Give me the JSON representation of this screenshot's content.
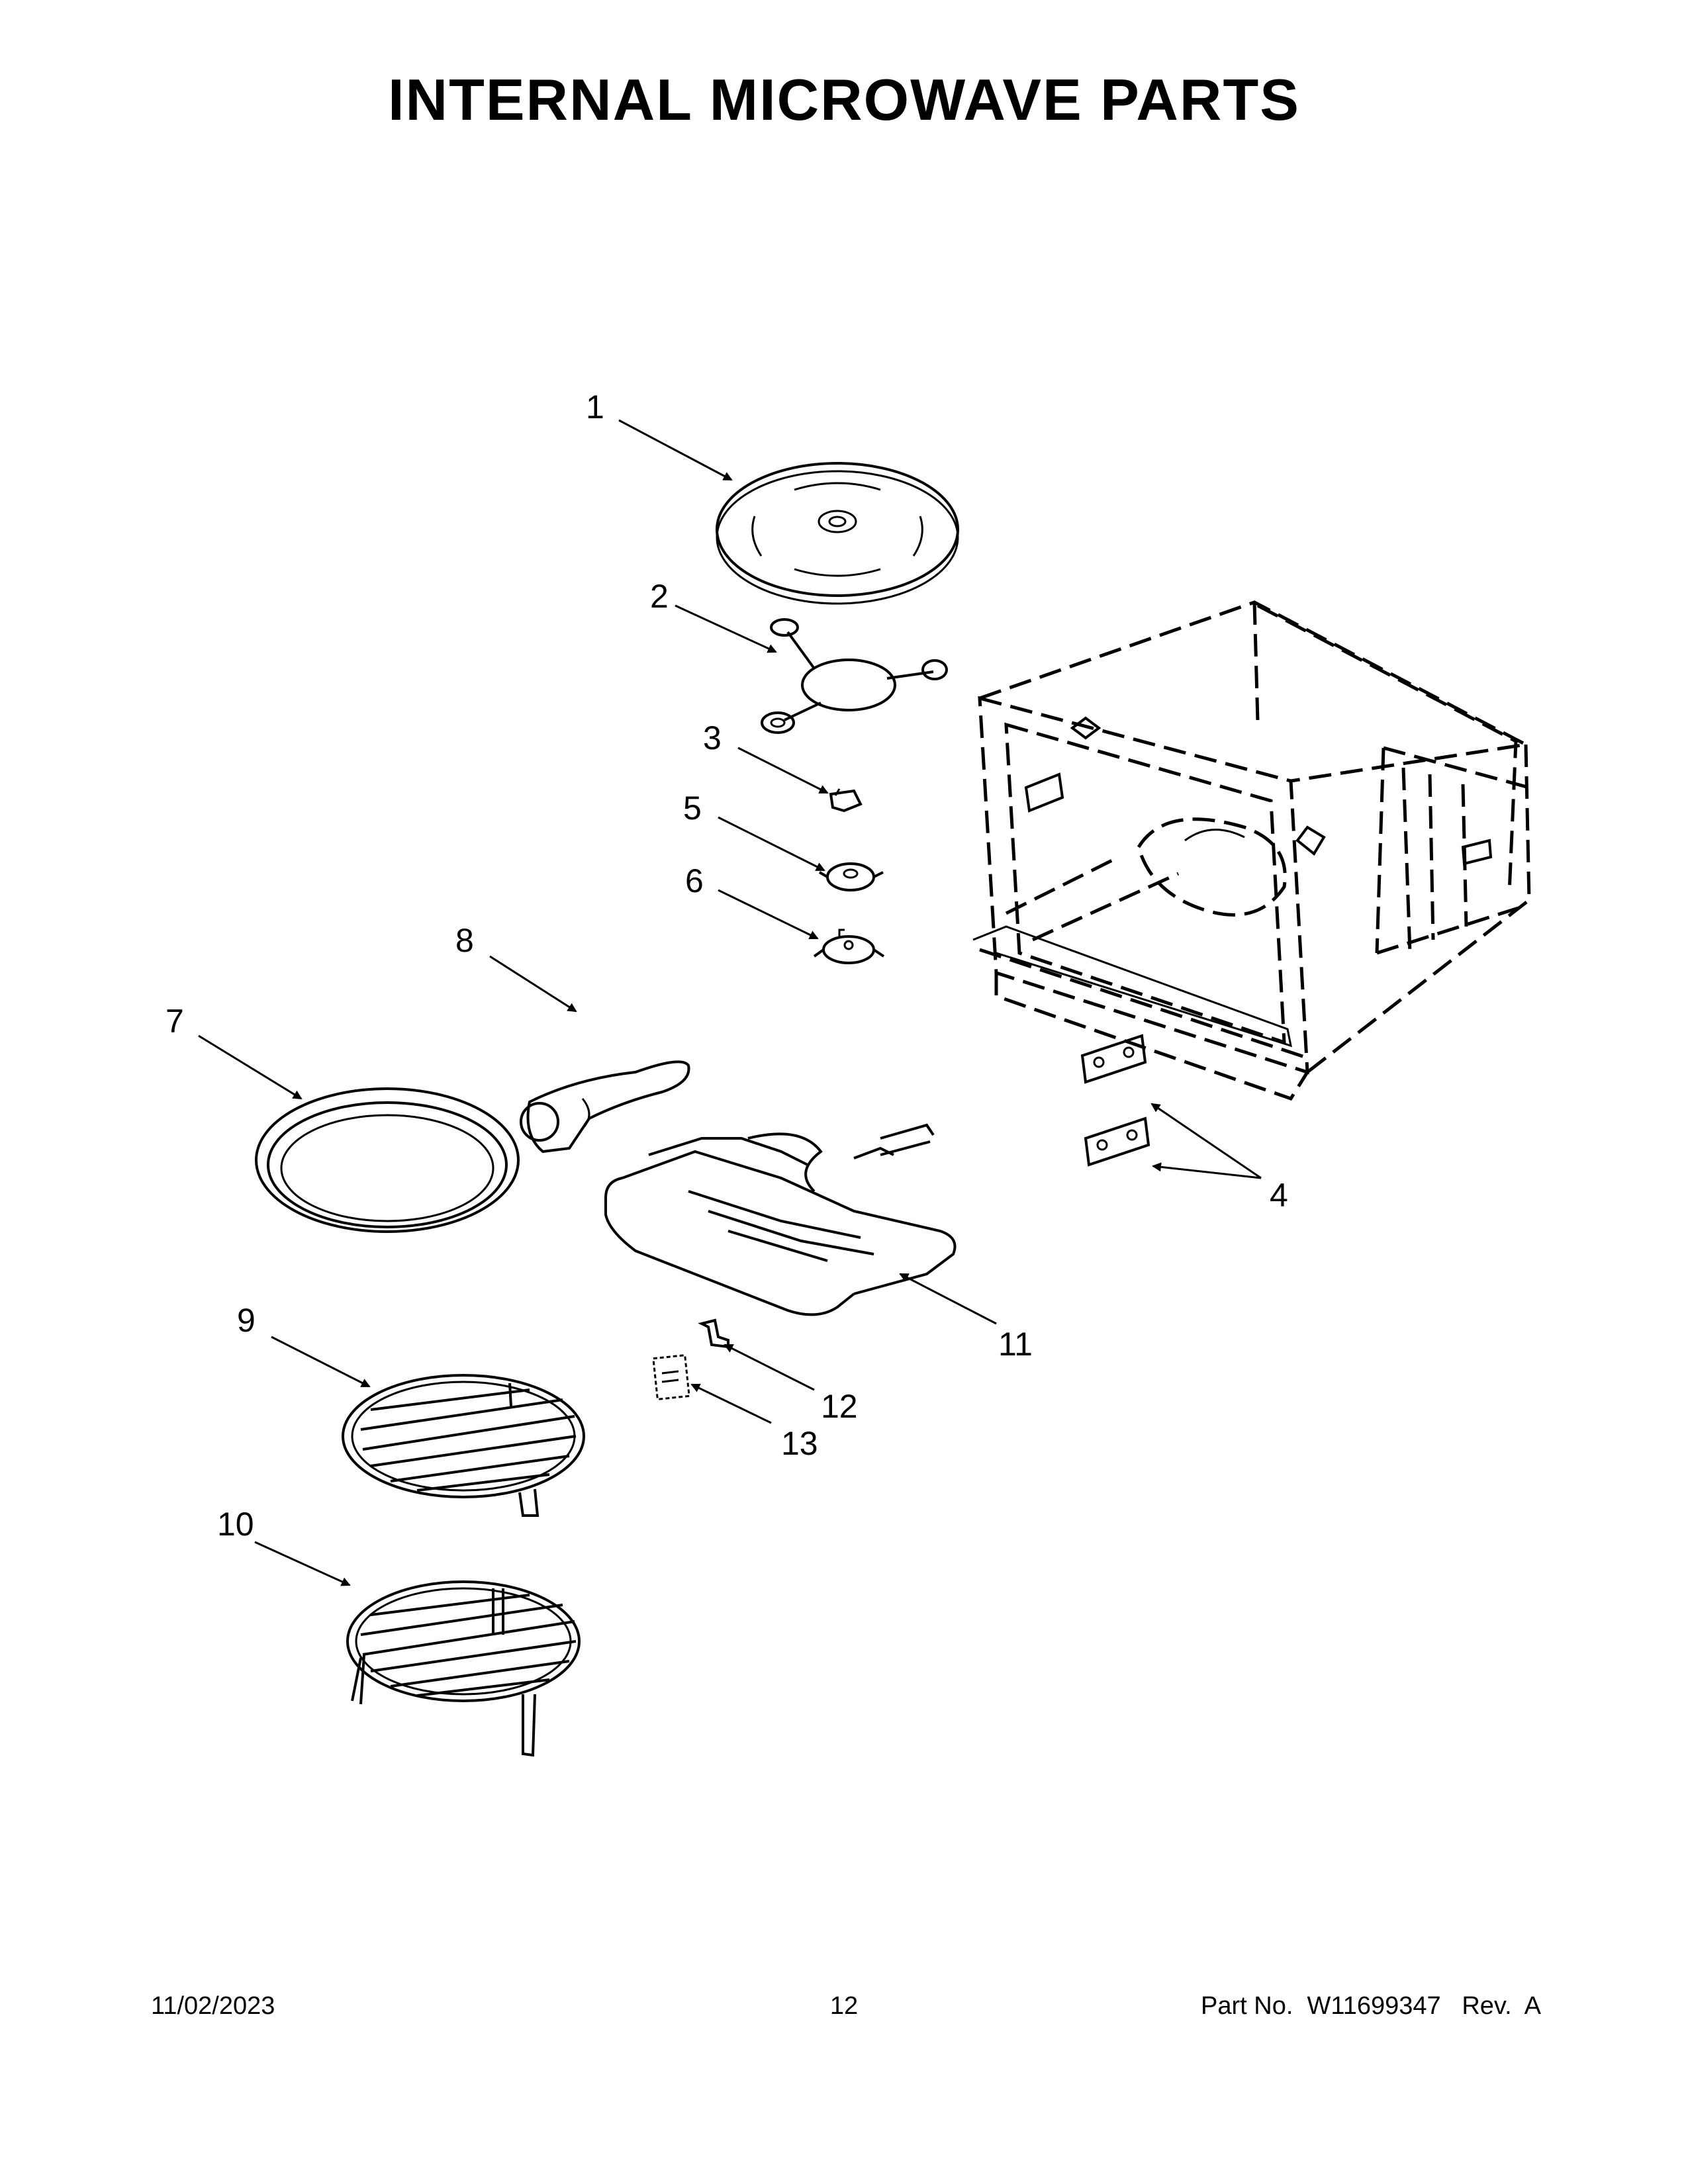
{
  "title": "INTERNAL MICROWAVE PARTS",
  "callouts": [
    {
      "id": "1",
      "label": "1"
    },
    {
      "id": "2",
      "label": "2"
    },
    {
      "id": "3",
      "label": "3"
    },
    {
      "id": "4",
      "label": "4"
    },
    {
      "id": "5",
      "label": "5"
    },
    {
      "id": "6",
      "label": "6"
    },
    {
      "id": "7",
      "label": "7"
    },
    {
      "id": "8",
      "label": "8"
    },
    {
      "id": "9",
      "label": "9"
    },
    {
      "id": "10",
      "label": "10"
    },
    {
      "id": "11",
      "label": "11"
    },
    {
      "id": "12",
      "label": "12"
    },
    {
      "id": "13",
      "label": "13"
    }
  ],
  "footer": {
    "date": "11/02/2023",
    "page": "12",
    "part_no": "Part No.  W11699347   Rev.  A"
  },
  "colors": {
    "ink": "#000000",
    "background": "#ffffff"
  }
}
